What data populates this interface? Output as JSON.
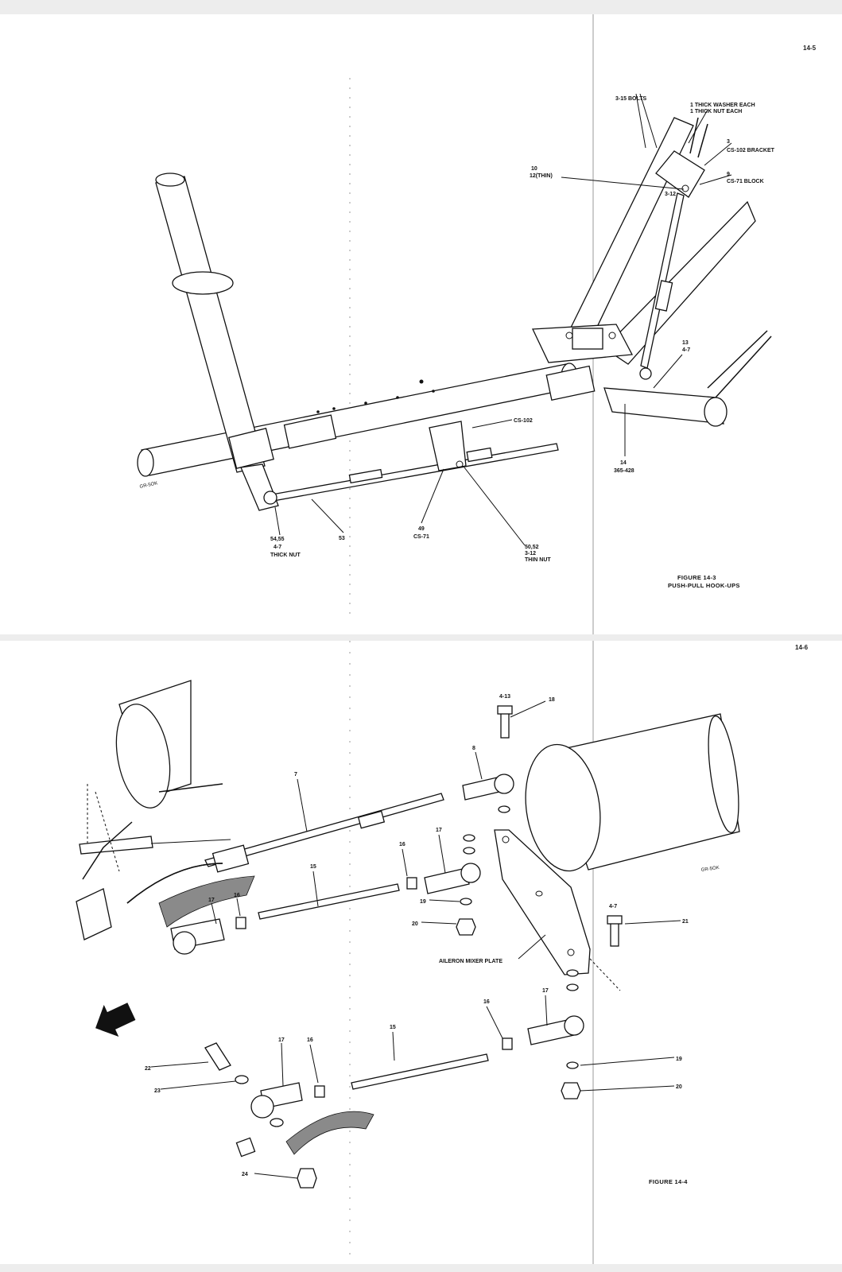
{
  "page1": {
    "page_number": "14-5",
    "callouts": {
      "bolts": "3-15 BOLTS",
      "washer": "1 THICK WASHER EACH",
      "nut": "1 THICK NUT EACH",
      "bracket_num": "3",
      "bracket": "CS-102 BRACKET",
      "thin_a": "10",
      "thin_b": "12(THIN)",
      "block_num": "9",
      "block": "CS-71 BLOCK",
      "c312": "3-12",
      "c13": "13",
      "c47": "4-7",
      "cs102": "CS-102",
      "c14": "14",
      "c365": "365-428",
      "c5455": "54,55",
      "c47b": "4-7",
      "thick_nut": "THICK NUT",
      "c53": "53",
      "c49": "49",
      "cs71": "CS-71",
      "c5052": "50,52",
      "c312b": "3-12",
      "thin_nut": "THIN NUT"
    },
    "figure_title": "FIGURE 14-3",
    "figure_caption": "PUSH-PULL HOOK-UPS",
    "logo_text": "GR-5OK"
  },
  "page2": {
    "page_number": "14-6",
    "callouts": {
      "c413": "4-13",
      "c18": "18",
      "c8": "8",
      "c7": "7",
      "c17a": "17",
      "c16a": "16",
      "c15a": "15",
      "c17b": "17",
      "c16b": "16",
      "c19a": "19",
      "c20a": "20",
      "c47": "4-7",
      "c21": "21",
      "mixer": "AILERON MIXER PLATE",
      "c16c": "16",
      "c17c": "17",
      "c15b": "15",
      "c17d": "17",
      "c16d": "16",
      "c22": "22",
      "c23": "23",
      "c19b": "19",
      "c20b": "20",
      "c24": "24"
    },
    "figure_title": "FIGURE 14-4",
    "logo_text": "GR-5OK"
  }
}
